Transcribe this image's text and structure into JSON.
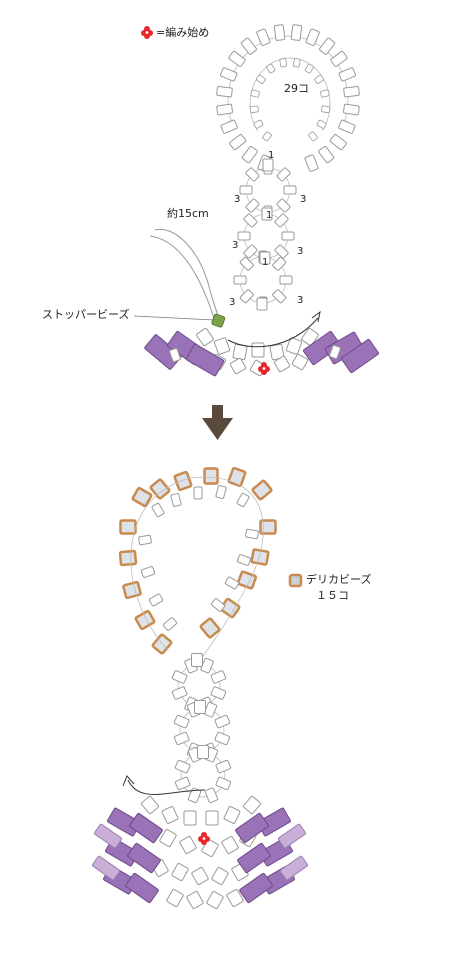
{
  "legend_start": {
    "label": "=編み始め",
    "marker_color": "#e8262b"
  },
  "top_diagram": {
    "loop_count": "29コ",
    "counts": [
      "1",
      "3",
      "3",
      "1",
      "3",
      "3",
      "1",
      "3",
      "3"
    ],
    "thread_length": "約15cm",
    "stopper_label": "ストッパービーズ"
  },
  "arrow": {
    "color": "#5a4a3c"
  },
  "legend_delica": {
    "line1": "デリカビーズ",
    "line2": "１５コ",
    "color": "#c98a4e"
  },
  "colors": {
    "purple": "#9a72b8",
    "purple_light": "#c9afd8",
    "stopper": "#7da34a",
    "outline": "#9a9a9a"
  }
}
